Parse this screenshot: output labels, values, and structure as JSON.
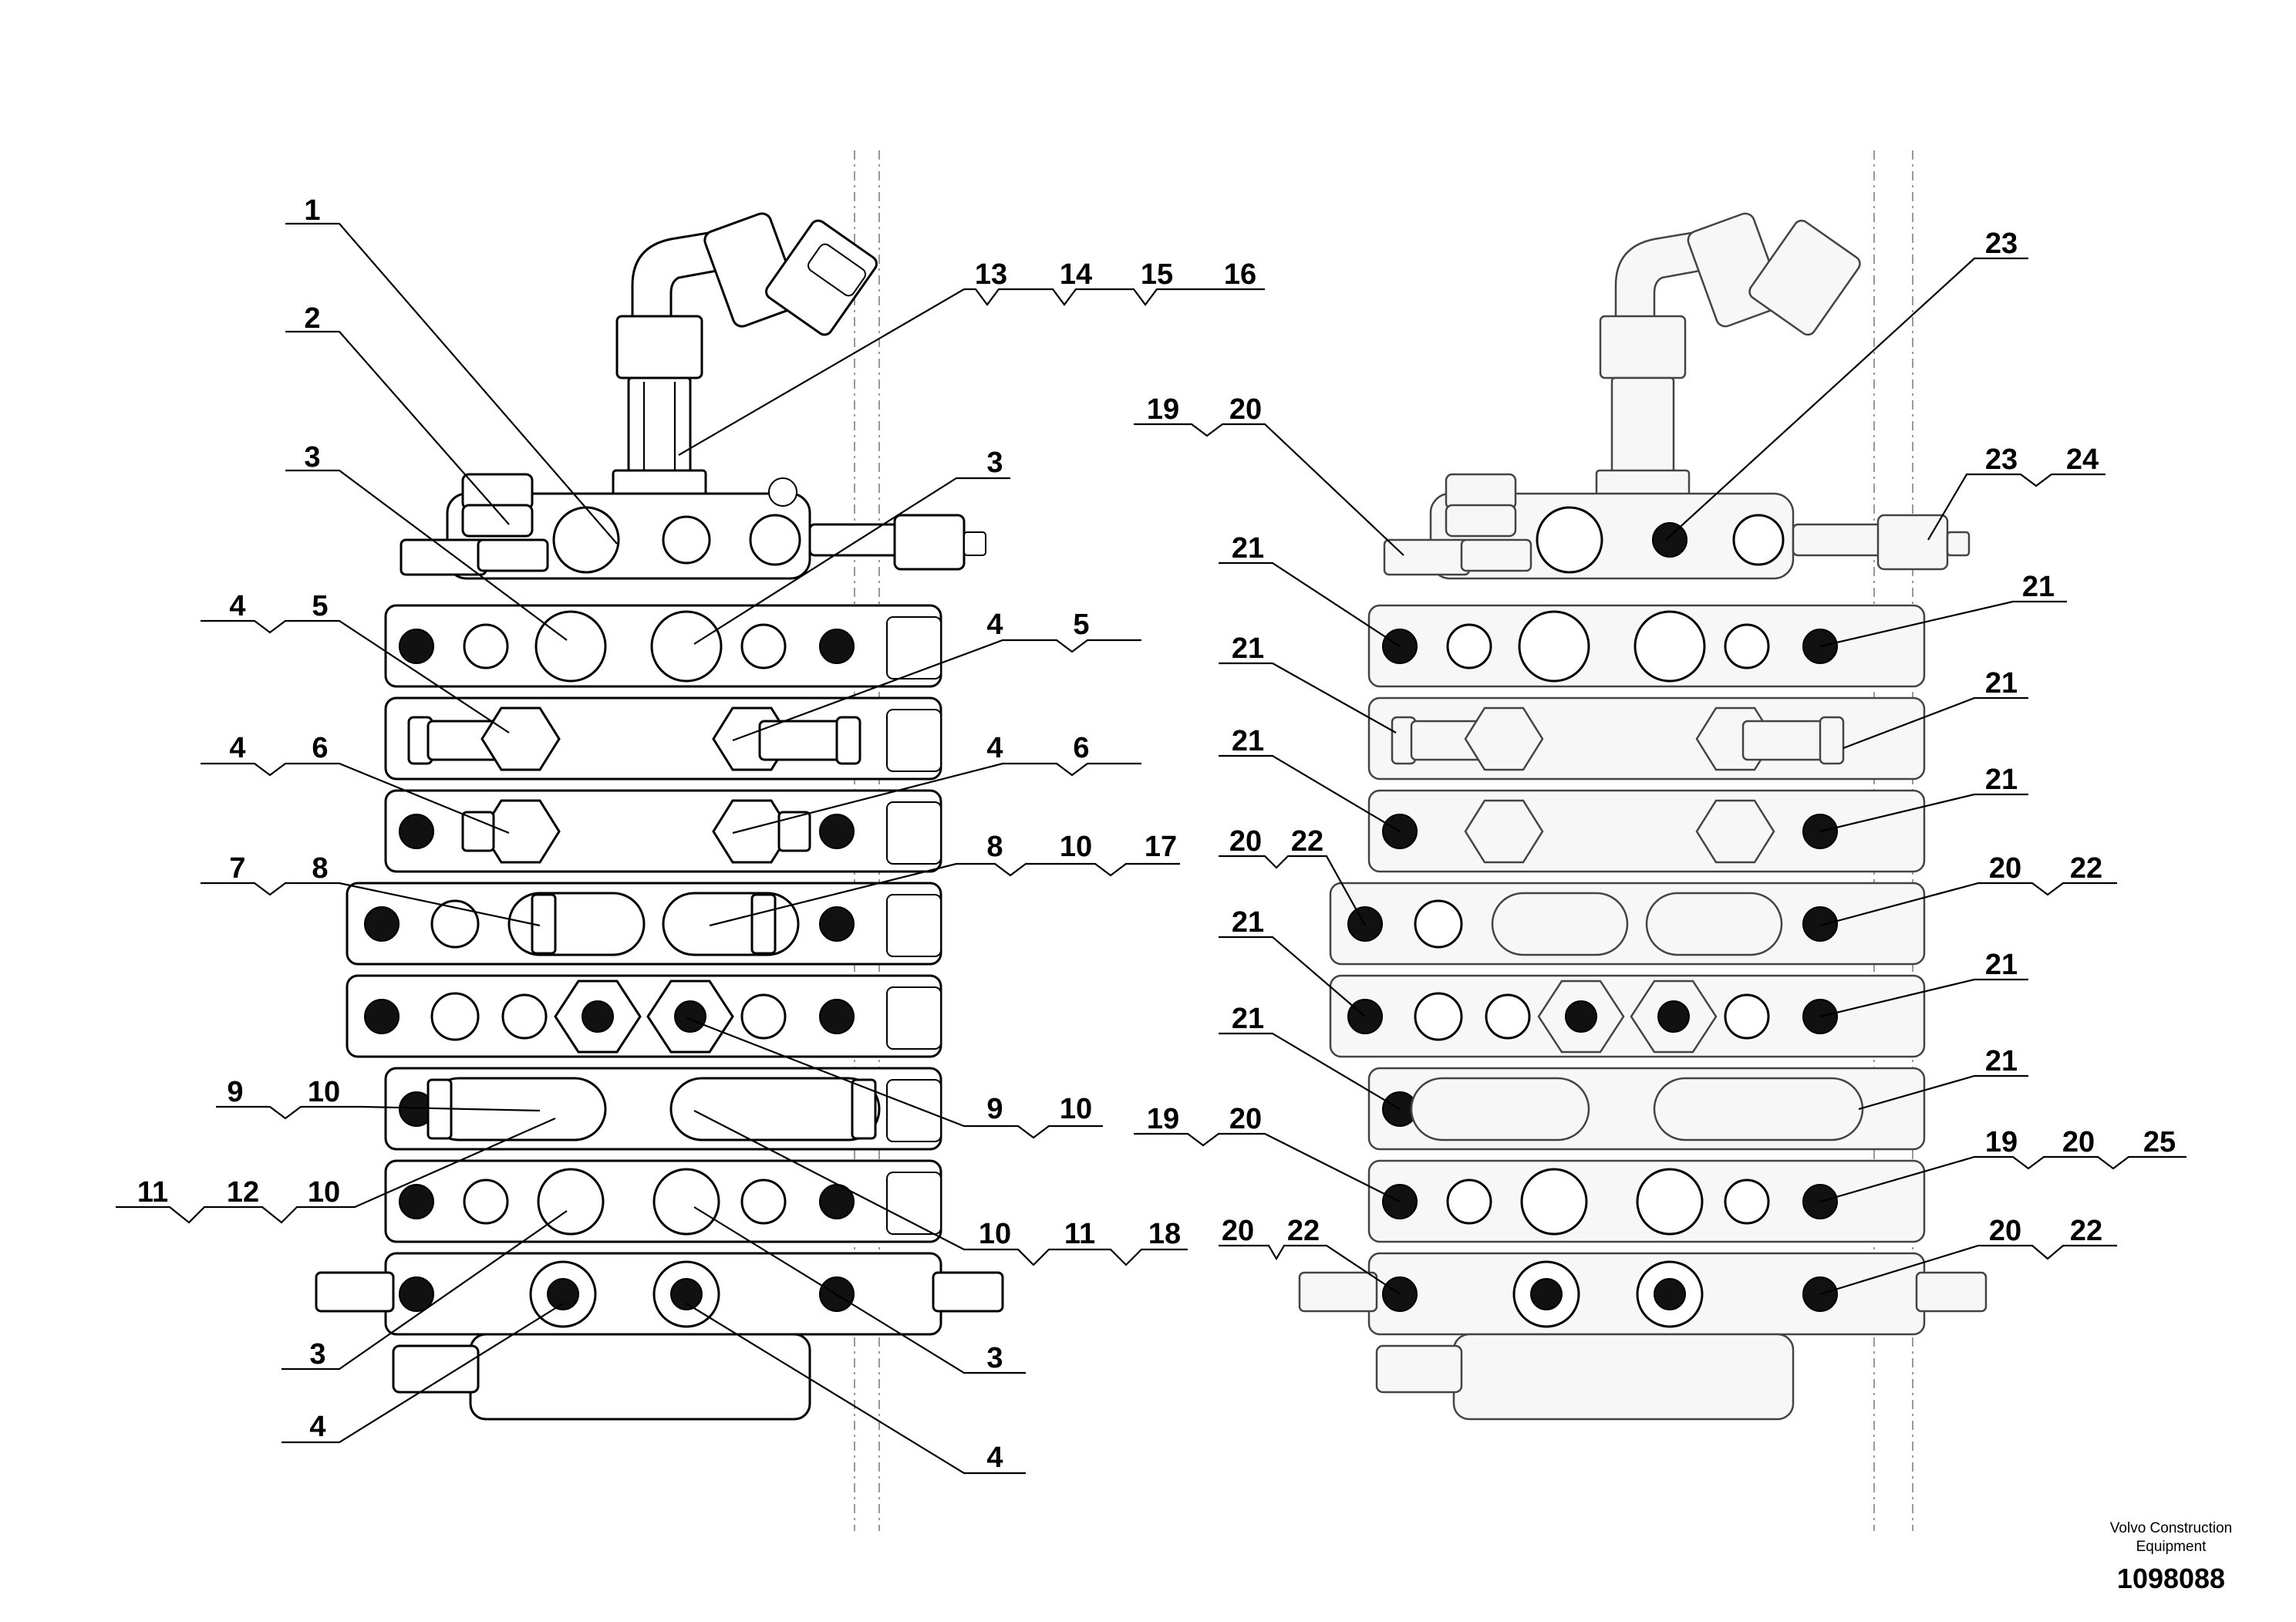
{
  "labels_left": [
    {
      "id": "l1",
      "text": "1"
    },
    {
      "id": "l2",
      "text": "2"
    },
    {
      "id": "l3a",
      "text": "3"
    },
    {
      "id": "l13",
      "text": "13"
    },
    {
      "id": "l14",
      "text": "14"
    },
    {
      "id": "l15",
      "text": "15"
    },
    {
      "id": "l16",
      "text": "16"
    },
    {
      "id": "l3b",
      "text": "3"
    },
    {
      "id": "l4a",
      "text": "4"
    },
    {
      "id": "l5a",
      "text": "5"
    },
    {
      "id": "l4b",
      "text": "4"
    },
    {
      "id": "l5b",
      "text": "5"
    },
    {
      "id": "l4c",
      "text": "4"
    },
    {
      "id": "l6a",
      "text": "6"
    },
    {
      "id": "l4d",
      "text": "4"
    },
    {
      "id": "l6b",
      "text": "6"
    },
    {
      "id": "l7",
      "text": "7"
    },
    {
      "id": "l8a",
      "text": "8"
    },
    {
      "id": "l8b",
      "text": "8"
    },
    {
      "id": "l10a",
      "text": "10"
    },
    {
      "id": "l17",
      "text": "17"
    },
    {
      "id": "l9a",
      "text": "9"
    },
    {
      "id": "l10b",
      "text": "10"
    },
    {
      "id": "l9b",
      "text": "9"
    },
    {
      "id": "l10c",
      "text": "10"
    },
    {
      "id": "l11a",
      "text": "11"
    },
    {
      "id": "l12",
      "text": "12"
    },
    {
      "id": "l10d",
      "text": "10"
    },
    {
      "id": "l10e",
      "text": "10"
    },
    {
      "id": "l11b",
      "text": "11"
    },
    {
      "id": "l18",
      "text": "18"
    },
    {
      "id": "l3c",
      "text": "3"
    },
    {
      "id": "l3d",
      "text": "3"
    },
    {
      "id": "l4e",
      "text": "4"
    },
    {
      "id": "l4f",
      "text": "4"
    }
  ],
  "labels_right": [
    {
      "id": "r23a",
      "text": "23"
    },
    {
      "id": "r19a",
      "text": "19"
    },
    {
      "id": "r20a",
      "text": "20"
    },
    {
      "id": "r23b",
      "text": "23"
    },
    {
      "id": "r24",
      "text": "24"
    },
    {
      "id": "r21a",
      "text": "21"
    },
    {
      "id": "r21b",
      "text": "21"
    },
    {
      "id": "r21c",
      "text": "21"
    },
    {
      "id": "r21d",
      "text": "21"
    },
    {
      "id": "r21e",
      "text": "21"
    },
    {
      "id": "r21f",
      "text": "21"
    },
    {
      "id": "r20b",
      "text": "20"
    },
    {
      "id": "r22a",
      "text": "22"
    },
    {
      "id": "r20c",
      "text": "20"
    },
    {
      "id": "r22b",
      "text": "22"
    },
    {
      "id": "r21g",
      "text": "21"
    },
    {
      "id": "r21h",
      "text": "21"
    },
    {
      "id": "r21i",
      "text": "21"
    },
    {
      "id": "r21j",
      "text": "21"
    },
    {
      "id": "r19b",
      "text": "19"
    },
    {
      "id": "r20d",
      "text": "20"
    },
    {
      "id": "r19c",
      "text": "19"
    },
    {
      "id": "r20e",
      "text": "20"
    },
    {
      "id": "r25",
      "text": "25"
    },
    {
      "id": "r20f",
      "text": "20"
    },
    {
      "id": "r22c",
      "text": "22"
    },
    {
      "id": "r20g",
      "text": "20"
    },
    {
      "id": "r22d",
      "text": "22"
    }
  ],
  "credit": {
    "company": "Volvo Construction Equipment",
    "drawing_number": "1098088"
  }
}
